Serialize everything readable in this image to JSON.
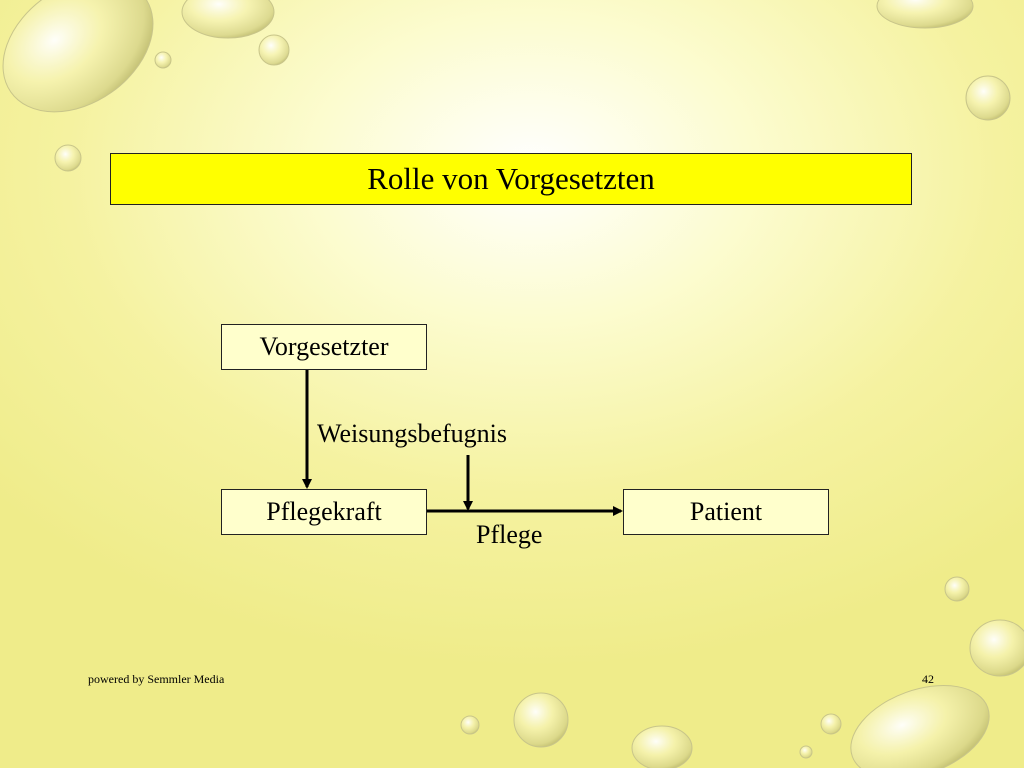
{
  "slide": {
    "title": "Rolle von Vorgesetzten",
    "page_number": "42",
    "footer": "powered by Semmler Media"
  },
  "diagram": {
    "nodes": {
      "vorgesetzter": "Vorgesetzter",
      "pflegekraft": "Pflegekraft",
      "patient": "Patient"
    },
    "edges": {
      "weisungsbefugnis": "Weisungsbefugnis",
      "pflege": "Pflege"
    }
  },
  "colors": {
    "title_fill": "#ffff00",
    "node_fill": "#ffffcc",
    "background": "#f5f2a0"
  }
}
